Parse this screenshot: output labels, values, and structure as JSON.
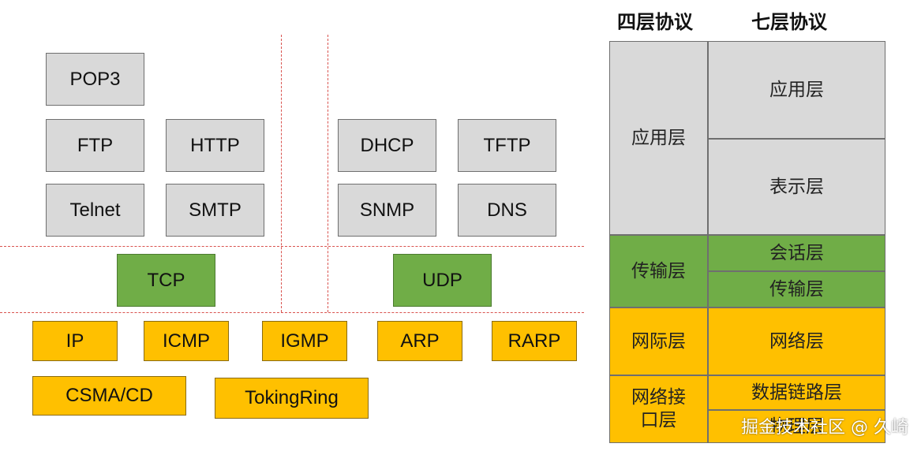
{
  "protocols": {
    "app_left": [
      "POP3",
      "FTP",
      "HTTP",
      "Telnet",
      "SMTP"
    ],
    "app_right": [
      "DHCP",
      "TFTP",
      "SNMP",
      "DNS"
    ],
    "transport": [
      "TCP",
      "UDP"
    ],
    "network": [
      "IP",
      "ICMP",
      "IGMP",
      "ARP",
      "RARP"
    ],
    "link": [
      "CSMA/CD",
      "TokingRing"
    ]
  },
  "model": {
    "header_four": "四层协议",
    "header_seven": "七层协议",
    "four": [
      "应用层",
      "传输层",
      "网际层",
      "网络接\n口层"
    ],
    "seven": [
      "应用层",
      "表示层",
      "会话层",
      "传输层",
      "网络层",
      "数据链路层",
      "物理层"
    ]
  },
  "colors": {
    "app": "#d9d9d9",
    "transport": "#70ad47",
    "network": "#ffc000",
    "divider": "#d9534f"
  },
  "watermark": "掘金技术社区 @ 久崎"
}
